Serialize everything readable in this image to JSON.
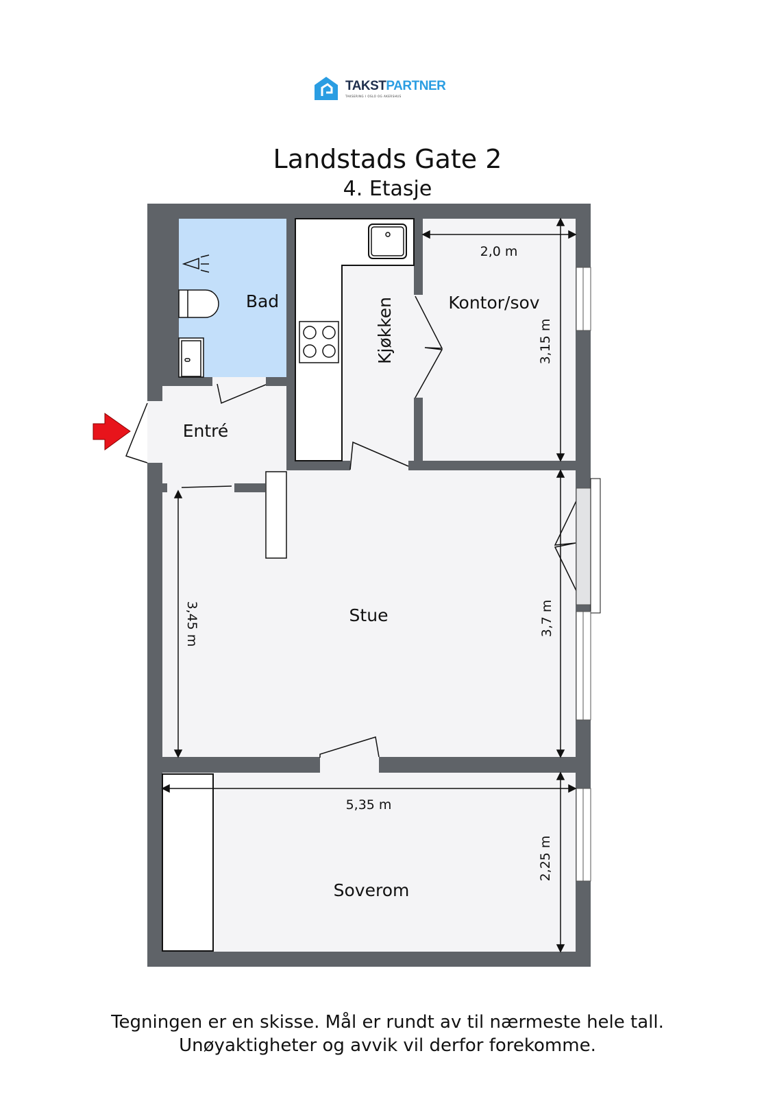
{
  "logo": {
    "brand_part1": "TAKST",
    "brand_part2": "PARTNER",
    "tagline": "TAKSERING I OSLO OG AKERSHUS",
    "color_dark": "#1f2f4d",
    "color_blue": "#2a9de2"
  },
  "header": {
    "title": "Landstads Gate 2",
    "subtitle": "4. Etasje"
  },
  "rooms": {
    "bad": "Bad",
    "kjokken": "Kjøkken",
    "kontor": "Kontor/sov",
    "entre": "Entré",
    "stue": "Stue",
    "soverom": "Soverom"
  },
  "dimensions": {
    "kontor_width": "2,0 m",
    "kontor_depth": "3,15 m",
    "stue_left": "3,45 m",
    "stue_right": "3,7 m",
    "total_width": "5,35 m",
    "soverom_depth": "2,25 m"
  },
  "colors": {
    "wall": "#5f6368",
    "floor": "#f4f4f6",
    "bath": "#c3dffa",
    "entrance_arrow": "#e8141b"
  },
  "footer": {
    "line1": "Tegningen er en skisse. Mål er rundt av til nærmeste hele tall.",
    "line2": "Unøyaktigheter og avvik vil derfor forekomme."
  }
}
